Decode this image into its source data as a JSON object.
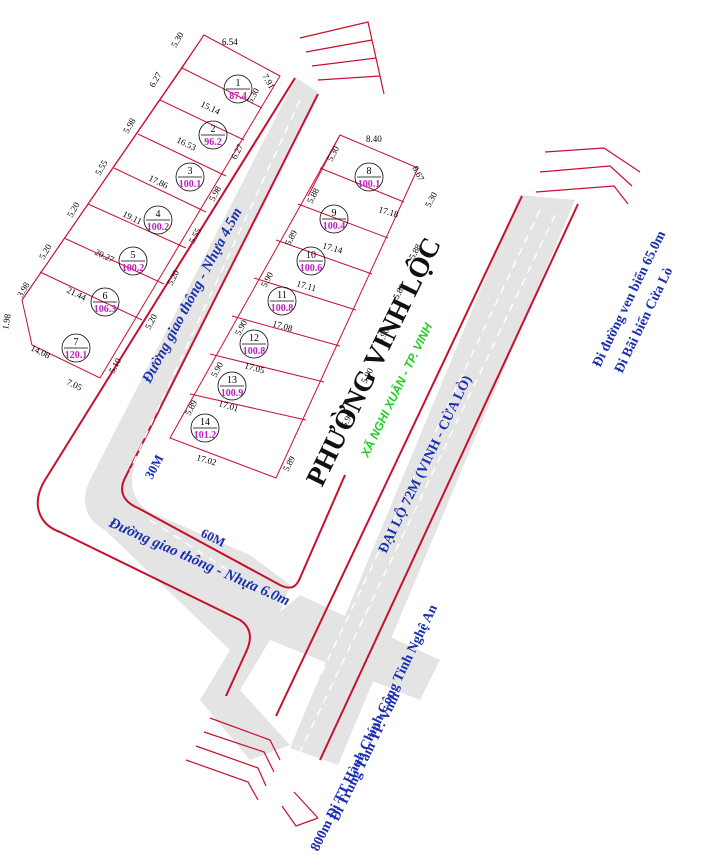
{
  "map": {
    "ward_name": "PHƯỜNG VINH LỘC",
    "subtitle": "XÃ NGHI XUÂN - TP. VINH",
    "main_road": "ĐẠI LỘ 72M (VINH - CỬA LÒ)",
    "road_45": "Đường giao thông - Nhựa 4.5m",
    "road_60": "Đường giao thông - Nhựa 6.0m",
    "dir_top_1": "Đi đường ven biển 65.0m",
    "dir_top_2": "Đi Bãi biển Cửa Lò",
    "dir_bottom_1": "800m Đi TT Hành Chính Công Tỉnh Nghệ An",
    "dir_bottom_2": "Đi Trung Tâm TP. Vinh",
    "dim_30m": "30M",
    "dim_60m": "60M"
  },
  "lots_left": [
    {
      "num": "1",
      "area": "87.4"
    },
    {
      "num": "2",
      "area": "96.2"
    },
    {
      "num": "3",
      "area": "100.1"
    },
    {
      "num": "4",
      "area": "100.2"
    },
    {
      "num": "5",
      "area": "100.2"
    },
    {
      "num": "6",
      "area": "106.3"
    },
    {
      "num": "7",
      "area": "120.1"
    }
  ],
  "lots_right": [
    {
      "num": "8",
      "area": "100.1"
    },
    {
      "num": "9",
      "area": "100.4"
    },
    {
      "num": "10",
      "area": "100.6"
    },
    {
      "num": "11",
      "area": "100.8"
    },
    {
      "num": "12",
      "area": "100.8"
    },
    {
      "num": "13",
      "area": "100.9"
    },
    {
      "num": "14",
      "area": "101.2"
    }
  ],
  "dims": {
    "l_outer": [
      "5.30",
      "6.27",
      "5.98",
      "5.55",
      "5.20",
      "5.20",
      "3.98",
      "1.98"
    ],
    "l_top": "6.54",
    "l_depths": [
      "15.14",
      "16.53",
      "17.86",
      "19.11",
      "20.27",
      "21.44",
      "14.08"
    ],
    "l_inner": [
      "7.91",
      "5.30",
      "6.27",
      "5.98",
      "5.55",
      "5.20",
      "5.20",
      "5.10",
      "7.05"
    ],
    "r_top": "8.40",
    "r_right": [
      "8.67",
      "5.30",
      "5.88",
      "5.89",
      "5.90",
      "5.90",
      "5.90",
      "5.89"
    ],
    "r_left": [
      "5.30",
      "5.88",
      "5.89",
      "5.90",
      "5.90",
      "5.90",
      "5.89"
    ],
    "r_depths": [
      "17.18",
      "17.14",
      "17.11",
      "17.08",
      "17.05",
      "17.01",
      "17.02"
    ]
  }
}
